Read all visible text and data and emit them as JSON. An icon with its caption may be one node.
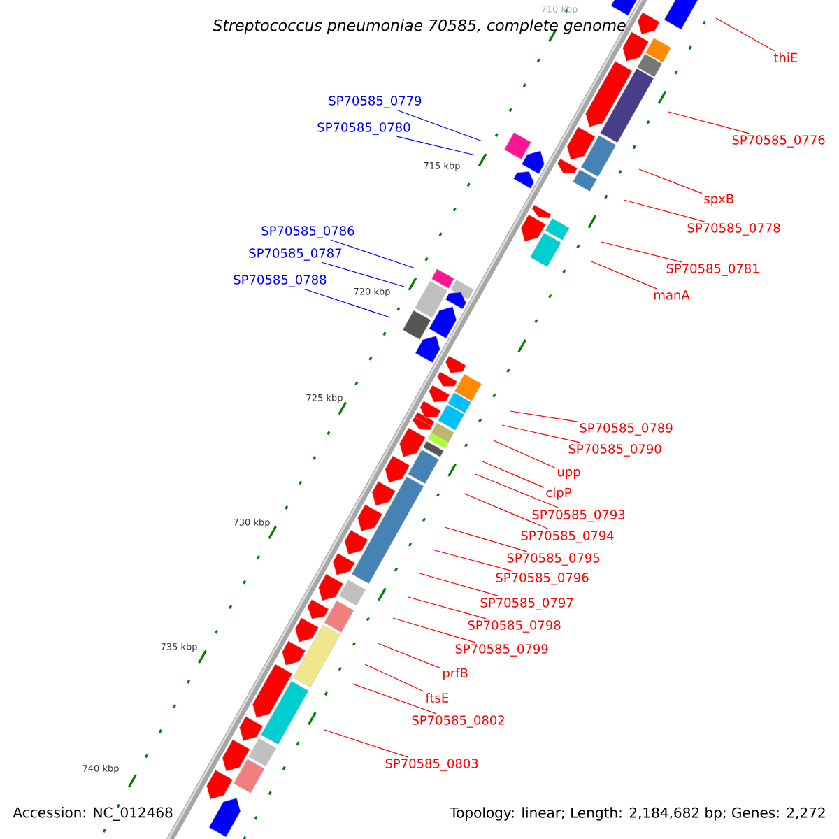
{
  "diagram": {
    "title": "Streptococcus pneumoniae 70585, complete genome",
    "nodes": [
      {
        "text": [
          "thiE"
        ]
      },
      {
        "text": [
          "SP70585_0779"
        ]
      },
      {
        "text": [
          "SP70585_0780"
        ]
      },
      {
        "text": [
          "SP70585_0776"
        ]
      },
      {
        "text": [
          "spxB"
        ]
      },
      {
        "text": [
          "SP70585_0778"
        ]
      },
      {
        "text": [
          "SP70585_0781"
        ]
      },
      {
        "text": [
          "manA"
        ]
      },
      {
        "text": [
          "SP70585_0786"
        ]
      },
      {
        "text": [
          "SP70585_0787"
        ]
      },
      {
        "text": [
          "SP70585_0788"
        ]
      },
      {
        "text": [
          "SP70585_0789"
        ]
      },
      {
        "text": [
          "SP70585_0790"
        ]
      },
      {
        "text": [
          "upp"
        ]
      },
      {
        "text": [
          "clpP"
        ]
      },
      {
        "text": [
          "SP70585_0793"
        ]
      },
      {
        "text": [
          "SP70585_0794"
        ]
      },
      {
        "text": [
          "SP70585_0795"
        ]
      },
      {
        "text": [
          "SP70585_0796"
        ]
      },
      {
        "text": [
          "SP70585_0797"
        ]
      },
      {
        "text": [
          "SP70585_0798"
        ]
      },
      {
        "text": [
          "SP70585_0799"
        ]
      },
      {
        "text": [
          "prfB"
        ]
      },
      {
        "text": [
          "ftsE"
        ]
      },
      {
        "text": [
          "SP70585_0802"
        ]
      },
      {
        "text": [
          "SP70585_0803"
        ]
      }
    ],
    "edges": [
      {
        "from": 0,
        "to": null,
        "arrow": "none"
      },
      {
        "from": 1,
        "to": null,
        "arrow": "none",
        "color": "#0000ff"
      },
      {
        "from": 2,
        "to": null,
        "arrow": "none",
        "color": "#0000ff"
      },
      {
        "from": 3,
        "to": null,
        "arrow": "none"
      },
      {
        "from": 4,
        "to": null,
        "arrow": "none"
      },
      {
        "from": 5,
        "to": null,
        "arrow": "none"
      },
      {
        "from": 6,
        "to": null,
        "arrow": "none"
      },
      {
        "from": 7,
        "to": null,
        "arrow": "none"
      },
      {
        "from": 8,
        "to": null,
        "arrow": "none",
        "color": "#0000ff"
      },
      {
        "from": 9,
        "to": null,
        "arrow": "none",
        "color": "#0000ff"
      },
      {
        "from": 10,
        "to": null,
        "arrow": "none",
        "color": "#0000ff"
      },
      {
        "from": 11,
        "to": null,
        "arrow": "none"
      },
      {
        "from": 12,
        "to": null,
        "arrow": "none"
      },
      {
        "from": 13,
        "to": null,
        "arrow": "none"
      },
      {
        "from": 14,
        "to": null,
        "arrow": "none"
      },
      {
        "from": 15,
        "to": null,
        "arrow": "none"
      },
      {
        "from": 16,
        "to": null,
        "arrow": "none"
      },
      {
        "from": 17,
        "to": null,
        "arrow": "none"
      },
      {
        "from": 18,
        "to": null,
        "arrow": "none"
      },
      {
        "from": 19,
        "to": null,
        "arrow": "none"
      },
      {
        "from": 20,
        "to": null,
        "arrow": "none"
      },
      {
        "from": 21,
        "to": null,
        "arrow": "none"
      },
      {
        "from": 22,
        "to": null,
        "arrow": "none"
      },
      {
        "from": 23,
        "to": null,
        "arrow": "none"
      },
      {
        "from": 24,
        "to": null,
        "arrow": "none"
      },
      {
        "from": 25,
        "to": null,
        "arrow": "none"
      }
    ],
    "labels": [
      "710 kbp",
      "715 kbp",
      "720 kbp",
      "725 kbp",
      "730 kbp",
      "735 kbp",
      "740 kbp",
      "Accession: NC_012468",
      "Topology: linear; Length: 2,184,682 bp; Genes: 2,272"
    ]
  }
}
